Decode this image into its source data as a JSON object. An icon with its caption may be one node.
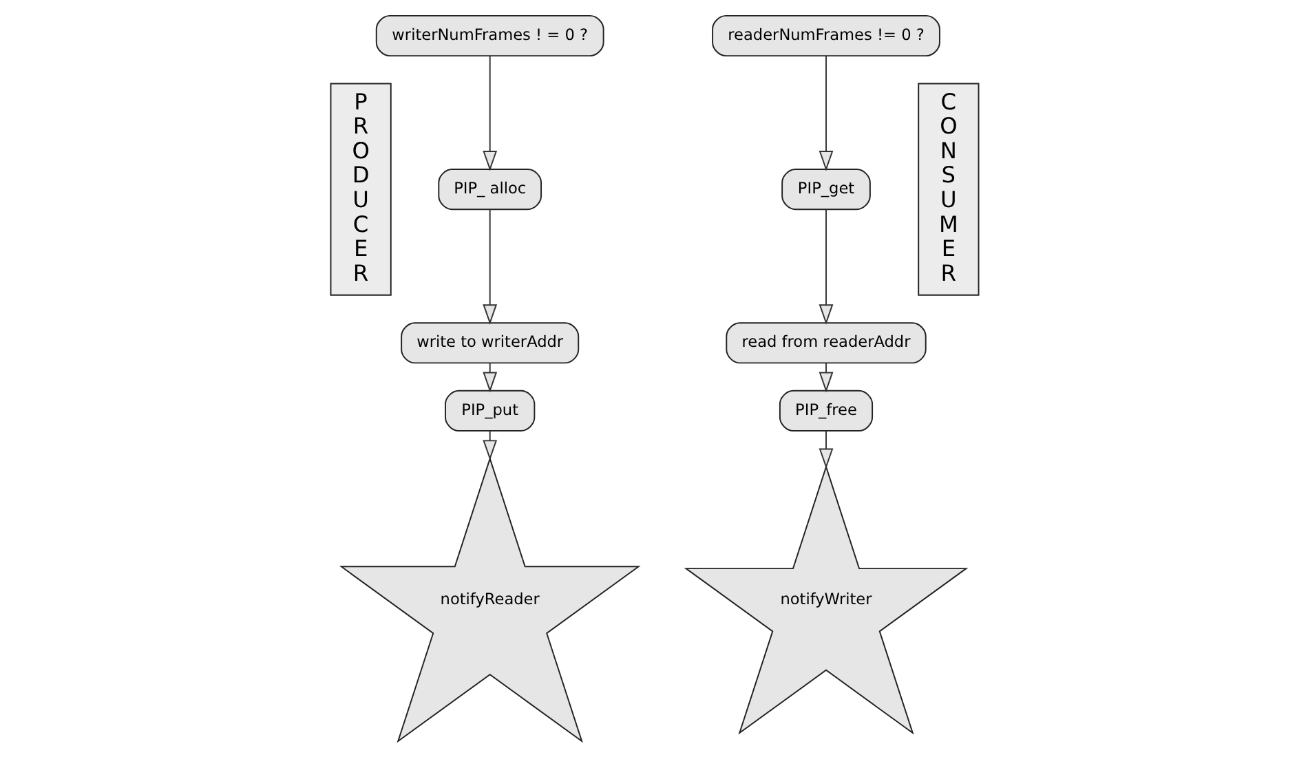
{
  "diagram": {
    "nodes": [
      {
        "text": [
          "PRODUCER"
        ]
      },
      {
        "text": [
          "writerNumFrames ! = 0 ?"
        ]
      },
      {
        "text": [
          "PIP_ alloc"
        ]
      },
      {
        "text": [
          "write to writerAddr"
        ]
      },
      {
        "text": [
          "PIP_put"
        ]
      },
      {
        "text": [
          "notifyReader"
        ]
      },
      {
        "text": [
          "readerNumFrames != 0 ?"
        ]
      },
      {
        "text": [
          "PIP_get"
        ]
      },
      {
        "text": [
          "read from readerAddr"
        ]
      },
      {
        "text": [
          "PIP_free"
        ]
      },
      {
        "text": [
          "notifyWriter"
        ]
      },
      {
        "text": [
          "CONSUMER"
        ]
      }
    ],
    "edges": [
      {
        "from": 1,
        "to": 2,
        "arrow": "to"
      },
      {
        "from": 2,
        "to": 3,
        "arrow": "to"
      },
      {
        "from": 3,
        "to": 4,
        "arrow": "to"
      },
      {
        "from": 4,
        "to": 5,
        "arrow": "to"
      },
      {
        "from": 6,
        "to": 7,
        "arrow": "to"
      },
      {
        "from": 7,
        "to": 8,
        "arrow": "to"
      },
      {
        "from": 8,
        "to": 9,
        "arrow": "to"
      },
      {
        "from": 9,
        "to": 10,
        "arrow": "to"
      }
    ]
  }
}
